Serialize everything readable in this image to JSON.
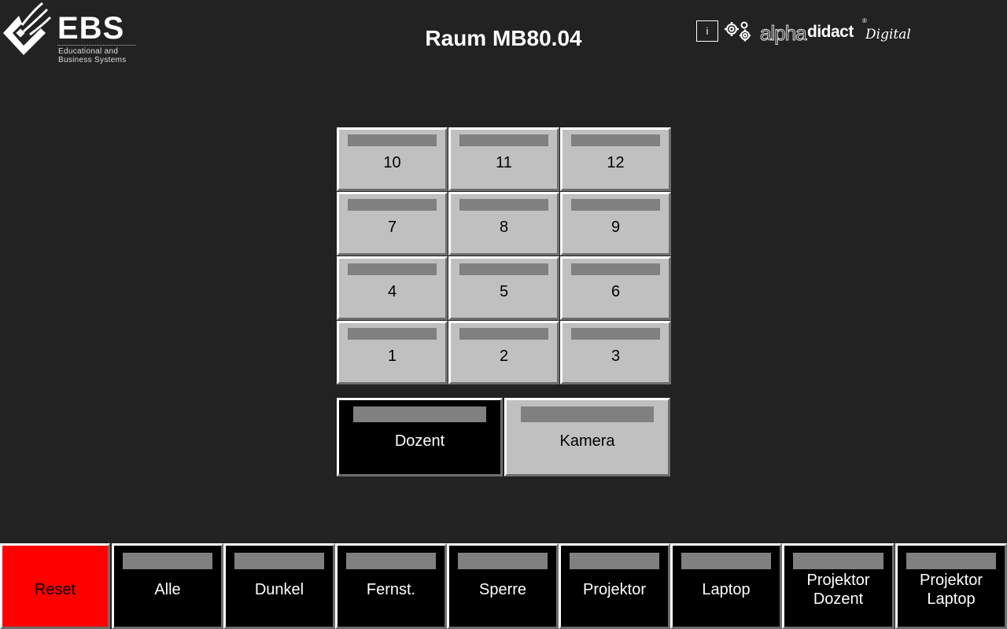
{
  "header": {
    "title": "Raum MB80.04",
    "ebs_logo": {
      "name": "EBS",
      "subtitle_line1": "Educational and",
      "subtitle_line2": "Business Systems"
    },
    "info_button": "i",
    "settings_icon": "gears-icon",
    "brand_logo": {
      "alpha": "alpha",
      "didact": "didact",
      "registered": "®",
      "digital": "Digital"
    }
  },
  "seat_grid": {
    "rows": [
      [
        "10",
        "11",
        "12"
      ],
      [
        "7",
        "8",
        "9"
      ],
      [
        "4",
        "5",
        "6"
      ],
      [
        "1",
        "2",
        "3"
      ]
    ]
  },
  "sources": [
    {
      "label": "Dozent",
      "active": true
    },
    {
      "label": "Kamera",
      "active": false
    }
  ],
  "bottom_bar": [
    {
      "label": "Reset",
      "color": "#ff0000"
    },
    {
      "label": "Alle"
    },
    {
      "label": "Dunkel"
    },
    {
      "label": "Fernst."
    },
    {
      "label": "Sperre"
    },
    {
      "label": "Projektor"
    },
    {
      "label": "Laptop"
    },
    {
      "label": "Projektor\nDozent",
      "line1": "Projektor",
      "line2": "Dozent"
    },
    {
      "label": "Projektor\nLaptop",
      "line1": "Projektor",
      "line2": "Laptop"
    }
  ],
  "colors": {
    "background": "#222222",
    "button_face": "#c0c0c0",
    "button_active": "#000000",
    "indicator_bar": "#808080",
    "reset": "#ff0000"
  }
}
